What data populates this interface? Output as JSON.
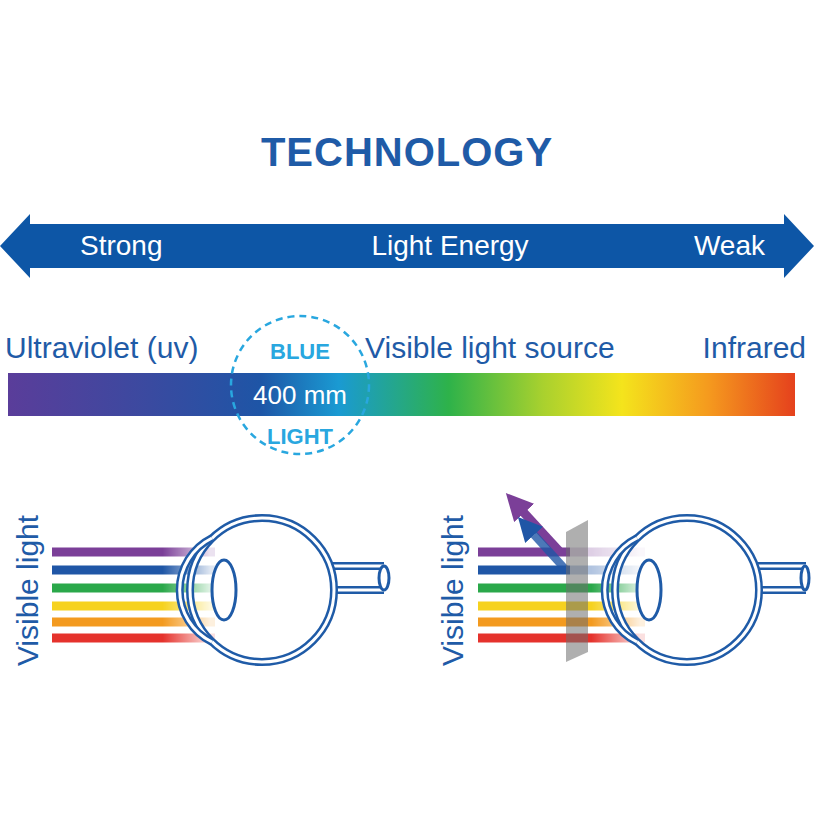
{
  "diagram": {
    "title": "TECHNOLOGY",
    "nodes": [
      {
        "text": [
          "Strong",
          "Light Energy",
          "Weak"
        ]
      },
      {
        "text": [
          "BLUE",
          "400 mm",
          "LIGHT"
        ]
      }
    ],
    "labels": [
      "Ultraviolet (uv)",
      "Visible light source",
      "Infrared",
      "Visible light",
      "Visible light"
    ]
  }
}
